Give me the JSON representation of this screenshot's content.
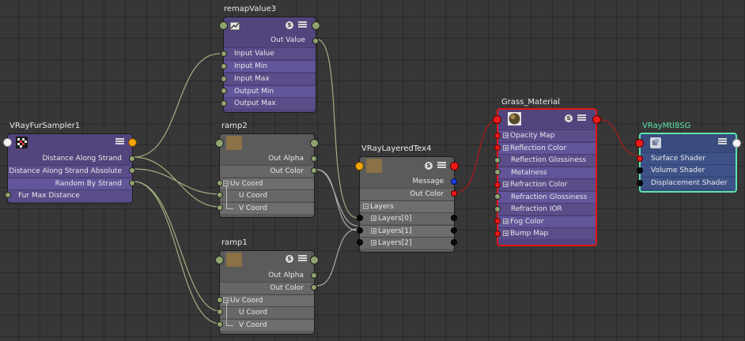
{
  "nodes": {
    "remap": {
      "title": "remapValue3",
      "out_label": "Out Value",
      "inputs": [
        "Input Value",
        "Input Min",
        "Input Max",
        "Output Min",
        "Output Max"
      ]
    },
    "sampler": {
      "title": "VRayFurSampler1",
      "outputs": [
        "Distance Along Strand",
        "Distance Along Strand Absolute",
        "Random By Strand"
      ],
      "input": "Fur Max Distance"
    },
    "ramp2": {
      "title": "ramp2",
      "out_alpha": "Out Alpha",
      "out_color": "Out Color",
      "uv": "Uv Coord",
      "u": "U Coord",
      "v": "V Coord"
    },
    "ramp1": {
      "title": "ramp1",
      "out_alpha": "Out Alpha",
      "out_color": "Out Color",
      "uv": "Uv Coord",
      "u": "U Coord",
      "v": "V Coord"
    },
    "layered": {
      "title": "VRayLayeredTex4",
      "message": "Message",
      "out_color": "Out Color",
      "layers": "Layers",
      "layer_items": [
        "Layers[0]",
        "Layers[1]",
        "Layers[2]"
      ]
    },
    "grass": {
      "title": "Grass_Material",
      "attrs": [
        "Opacity Map",
        "Reflection Color",
        "Reflection Glossiness",
        "Metalness",
        "Refraction Color",
        "Refraction Glossiness",
        "Refraction IOR",
        "Fog Color",
        "Bump Map"
      ]
    },
    "sg": {
      "title": "VRayMtl8SG",
      "attrs": [
        "Surface Shader",
        "Volume Shader",
        "Displacement Shader"
      ]
    }
  },
  "icons": {
    "swatch_s": "S",
    "menu": "menu-icon",
    "remap_icon": "remap-icon",
    "fur_icon": "checker-icon",
    "sphere_icon": "sphere-icon",
    "sg_icon": "shading-group-icon"
  },
  "colors": {
    "background": "#373737",
    "grid": "#2a2a2a",
    "node_purple": "#52457d",
    "node_gray": "#5b5b5b",
    "node_blue": "#3a4b7d",
    "selected_red": "#e01616",
    "selected_green": "#5ce4aa",
    "wire_green": "#8fa36e",
    "wire_red": "#b01818",
    "wire_gray": "#aaaaaa"
  }
}
